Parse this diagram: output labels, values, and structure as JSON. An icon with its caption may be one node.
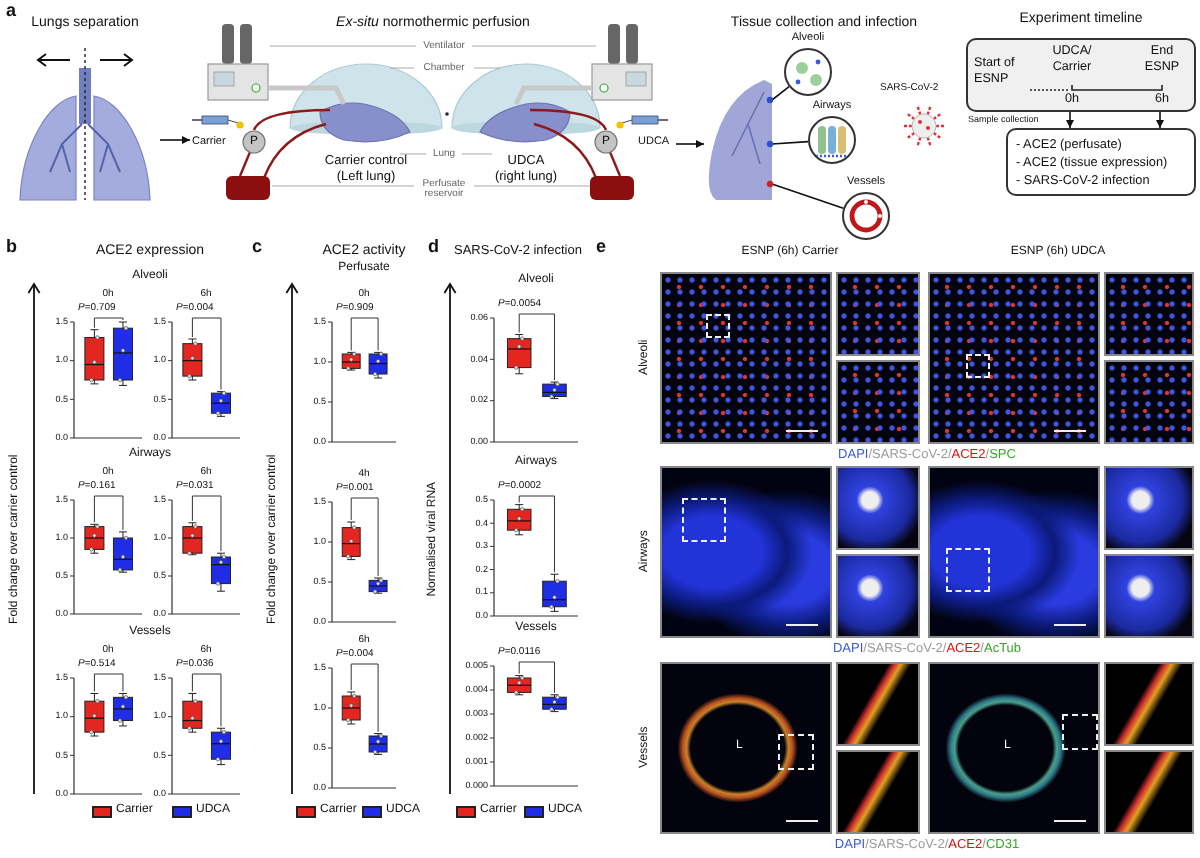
{
  "diagram": {
    "nodes": [
      {
        "text": [
          "Lungs separation"
        ]
      },
      {
        "text": [
          "*Ex-situ* normothermic perfusion"
        ]
      },
      {
        "text": [],
        "shape": "picture"
      },
      {
        "text": [],
        "shape": "circle",
        "beside": [
          "Alveoli"
        ]
      },
      {
        "text": [],
        "shape": "circle",
        "beside": [
          "Airways"
        ]
      },
      {
        "text": [],
        "shape": "circle",
        "beside": [
          "Vessels"
        ]
      },
      {
        "text": [
          "Experiment timeline",
          "Start of ESNP",
          "UDCA/ Carrier",
          "End ESNP",
          "0h",
          "6h"
        ]
      },
      {
        "text": [
          "- ACE2 (perfusate)",
          "- ACE2 (tissue expression)",
          "- SARS-CoV-2 infection"
        ]
      }
    ],
    "edges": [
      {
        "from": 0,
        "to": 1,
        "arrow": "to"
      },
      {
        "from": 1,
        "to": 2,
        "arrow": "to"
      },
      {
        "from": 2,
        "to": 3,
        "arrow": "none"
      },
      {
        "from": 2,
        "to": 4,
        "arrow": "none"
      },
      {
        "from": 2,
        "to": 5,
        "arrow": "none"
      },
      {
        "from": 6,
        "to": 7,
        "arrow": "to"
      },
      {
        "from": 6,
        "to": 7,
        "arrow": "to"
      }
    ],
    "labels": [
      "a",
      "Ventilator",
      "Chamber",
      "Lung",
      "Perfusate reservoir",
      "Carrier",
      "P",
      "Carrier control (Left lung)",
      "UDCA (right lung)",
      "P",
      "UDCA",
      "Tissue collection and infection",
      "SARS-CoV-2",
      "Sample collection",
      "b",
      "ACE2 expression",
      "Fold change over carrier control",
      "Alveoli",
      "0h",
      "*P*=0.709",
      "1.5",
      "1.0",
      "0.5",
      "0.0",
      "6h",
      "*P*=0.004",
      "1.5",
      "1.0",
      "0.5",
      "0.0",
      "Airways",
      "0h",
      "*P*=0.161",
      "1.5",
      "1.0",
      "0.5",
      "0.0",
      "6h",
      "*P*=0.031",
      "1.5",
      "1.0",
      "0.5",
      "0.0",
      "Vessels",
      "0h",
      "*P*=0.514",
      "1.5",
      "1.0",
      "0.5",
      "0.0",
      "6h",
      "*P*=0.036",
      "1.5",
      "1.0",
      "0.5",
      "0.0",
      "c",
      "ACE2 activity",
      "Fold change over carrier control",
      "Perfusate",
      "0h",
      "*P*=0.909",
      "1.5",
      "1.0",
      "0.5",
      "0.0",
      "4h",
      "*P*=0.001",
      "1.5",
      "1.0",
      "0.5",
      "0.0",
      "6h",
      "*P*=0.004",
      "1.5",
      "1.0",
      "0.5",
      "0.0",
      "d",
      "SARS-CoV-2 infection",
      "Normalised viral RNA",
      "Alveoli",
      "*P*=0.0054",
      "0.06",
      "0.04",
      "0.02",
      "0.00",
      "Airways",
      "*P*=0.0002",
      "0.5",
      "0.4",
      "0.3",
      "0.2",
      "0.1",
      "0.0",
      "Vessels",
      "*P*=0.0116",
      "0.005",
      "0.004",
      "0.003",
      "0.002",
      "0.001",
      "0.000",
      "e",
      "ESNP (6h) Carrier",
      "ESNP (6h) UDCA",
      "Alveoli",
      "DAPI/SARS-CoV-2/ACE2/SPC",
      "Airways",
      "DAPI/SARS-CoV-2/ACE2/AcTub",
      "Vessels",
      "DAPI/SARS-CoV-2/ACE2/CD31",
      "L",
      "L"
    ],
    "legend": [
      {
        "text": "Carrier",
        "color": "#e3261f"
      },
      {
        "text": "UDCA",
        "color": "#1f2ee6"
      },
      {
        "text": "Carrier",
        "color": "#e3261f"
      },
      {
        "text": "UDCA",
        "color": "#1f2ee6"
      },
      {
        "text": "Carrier",
        "color": "#e3261f"
      },
      {
        "text": "UDCA",
        "color": "#1f2ee6"
      }
    ]
  }
}
